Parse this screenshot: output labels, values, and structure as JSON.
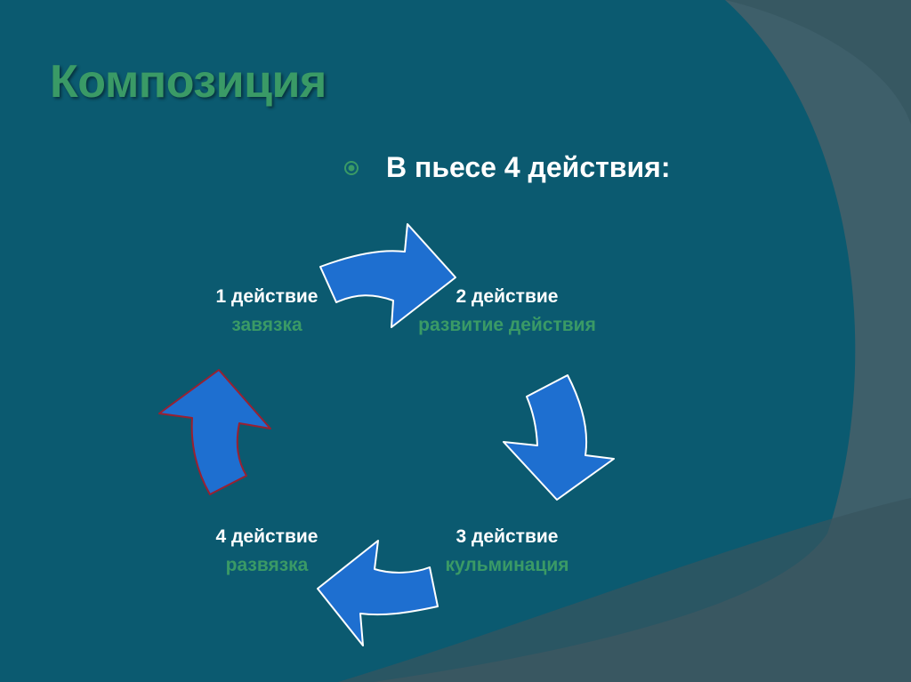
{
  "slide": {
    "title": "Композиция",
    "bullet": "В пьесе 4 действия:"
  },
  "cycle": [
    {
      "act": "1 действие",
      "phase": "завязка"
    },
    {
      "act": "2 действие",
      "phase": "развитие действия"
    },
    {
      "act": "3 действие",
      "phase": "кульминация"
    },
    {
      "act": "4 действие",
      "phase": "развязка"
    }
  ],
  "colors": {
    "background_inner": "#0b5a70",
    "background_outer": "#3e5f6a",
    "title": "#3a9a66",
    "phase_text": "#3a9a66",
    "arrow_fill": "#1e6fd0",
    "arrow_outline": "#ffffff",
    "arrow_highlight_outline": "#9a2030"
  }
}
